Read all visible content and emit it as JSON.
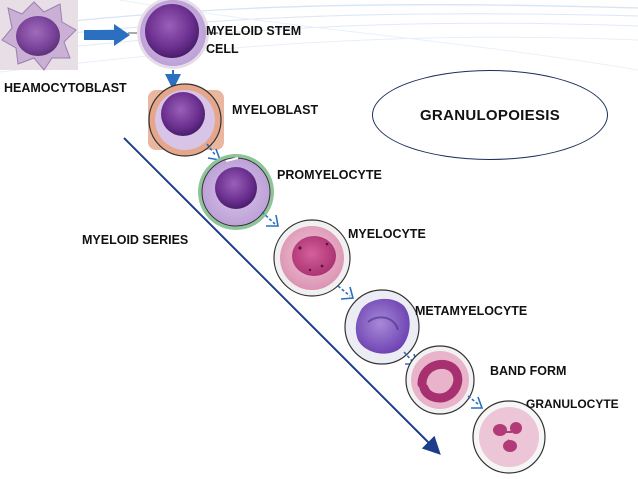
{
  "title": "GRANULOPOIESIS",
  "series_label": "MYELOID SERIES",
  "stages": {
    "heamocytoblast": "HEAMOCYTOBLAST",
    "myeloid_stem_line1": "MYELOID STEM",
    "myeloid_stem_line2": "CELL",
    "myeloblast": "MYELOBLAST",
    "promyelocyte": "PROMYELOCYTE",
    "myelocyte": "MYELOCYTE",
    "metamyelocyte": "METAMYELOCYTE",
    "band_form": "BAND FORM",
    "granulocyte": "GRANULOCYTE"
  },
  "colors": {
    "background_lines": "#cfe0f2",
    "arrow_blue": "#2a6fc0",
    "series_line": "#1d3d8a",
    "title_border": "#1b2e5a",
    "cell_border_ring": "#7fb38a"
  }
}
